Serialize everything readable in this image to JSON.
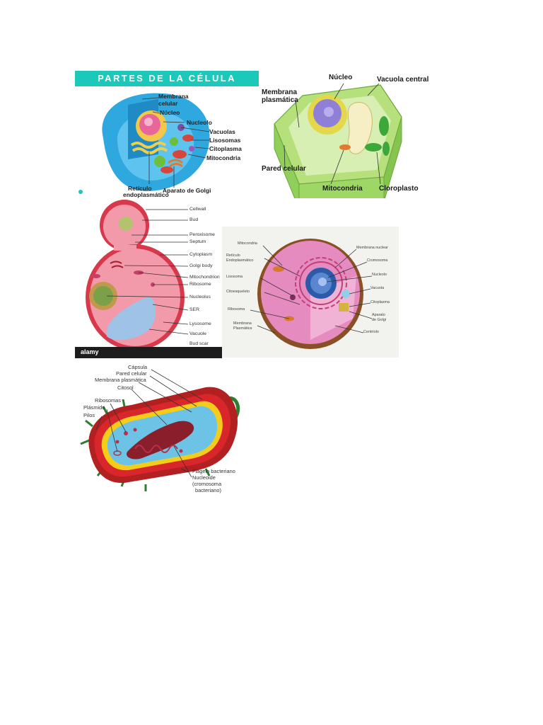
{
  "animal_cell_panel": {
    "title": "PARTES DE LA CÉLULA ANIMAL",
    "labels": {
      "membrana": "Membrana",
      "celular": "celular",
      "nucleo": "Núcleo",
      "nucleolo": "Nucleolo",
      "vacuolas": "Vacuolas",
      "lisosomas": "Lisosomas",
      "citoplasma": "Citoplasma",
      "mitocondria": "Mitocondria",
      "reticulo": "Retículo",
      "endoplasmatico": "endoplasmático",
      "aparato_golgi": "Aparato de Golgi"
    }
  },
  "plant_cell_panel": {
    "labels": {
      "nucleo": "Núcleo",
      "vacuola_central": "Vacuola central",
      "membrana": "Membrana",
      "plasmatica": "plasmática",
      "pared_celular": "Pared celular",
      "mitocondria": "Mitocondria",
      "cloroplasto": "Cloroplasto"
    }
  },
  "yeast_cell_panel": {
    "labels": [
      "Cellwall",
      "Bud",
      "Peroxisome",
      "Septum",
      "Cytoplasm",
      "Golgi body",
      "Mitochondrion",
      "Ribosome",
      "Nucleolus",
      "SER",
      "Lysosome",
      "Vacuole",
      "Bud scar"
    ],
    "watermark": "alamy"
  },
  "cutaway_cell_panel": {
    "labels_left": [
      "Mitocondria",
      "Retículo",
      "Endoplasmático",
      "Lisosoma",
      "Citoesqueleto",
      "Ribosoma",
      "Membrana",
      "Plasmática"
    ],
    "labels_right": [
      "Membrana nuclear",
      "Cromosoma",
      "Nucleolo",
      "Vacuola",
      "Citoplasma",
      "Aparato",
      "de Golgi",
      "Centríolo"
    ]
  },
  "bacteria_panel": {
    "labels": {
      "capsula": "Cápsula",
      "pared_celular": "Pared celular",
      "membrana_plasmatica": "Membrana plasmática",
      "citosol": "Citosol",
      "ribosomas": "Ribosomas",
      "plasmido": "Plásmido",
      "pilos": "Pilos",
      "flagelo": "Flagelo bacteriano",
      "nucleoide": "Nucleoide",
      "cromosoma": "(cromosoma",
      "bacteriano": "bacteriano)"
    }
  },
  "colors": {
    "teal_banner": "#1cc8b9",
    "cell_blue": "#2fa8e0",
    "plant_green": "#8fcf5a",
    "yeast_pink": "#f29aaa",
    "bacteria_red": "#d9262b"
  }
}
